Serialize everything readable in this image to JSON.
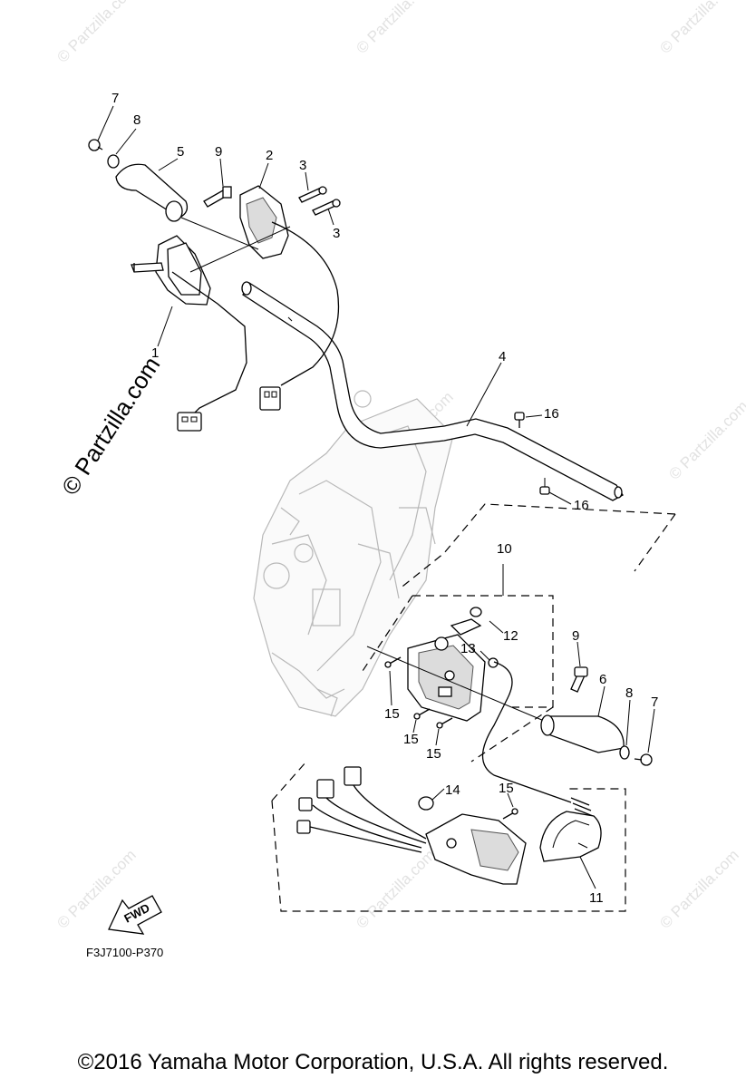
{
  "watermark": {
    "text": "© Partzilla.com",
    "text_short": "© Partzilla.com"
  },
  "callouts": {
    "c1": "1",
    "c2": "2",
    "c3a": "3",
    "c3b": "3",
    "c4": "4",
    "c5": "5",
    "c6": "6",
    "c7a": "7",
    "c7b": "7",
    "c8a": "8",
    "c8b": "8",
    "c9a": "9",
    "c9b": "9",
    "c10": "10",
    "c11": "11",
    "c12": "12",
    "c13": "13",
    "c14": "14",
    "c15a": "15",
    "c15b": "15",
    "c15c": "15",
    "c15d": "15",
    "c16a": "16",
    "c16b": "16"
  },
  "fwd_label": "FWD",
  "diagram_code": "F3J7100-P370",
  "copyright": "©2016  Yamaha Motor Corporation, U.S.A. All rights reserved."
}
